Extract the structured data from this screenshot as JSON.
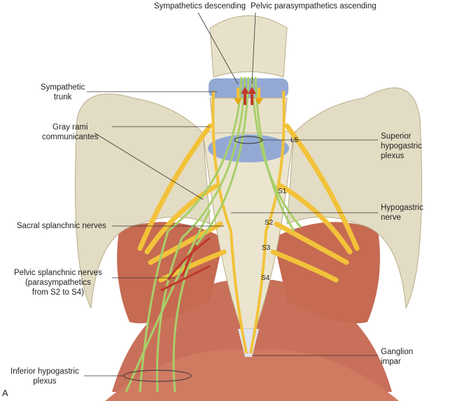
{
  "figure_letter": "A",
  "top_labels": {
    "sympathetics_descending": "Sympathetics descending",
    "pelvic_parasympathetics_ascending": "Pelvic parasympathetics ascending"
  },
  "left_labels": {
    "sympathetic_trunk": [
      "Sympathetic",
      "trunk"
    ],
    "gray_rami": [
      "Gray rami",
      "communicantes"
    ],
    "sacral_splanchnic": "Sacral splanchnic nerves",
    "pelvic_splanchnic": [
      "Pelvic splanchnic nerves",
      "(parasympathetics",
      "from S2 to S4)"
    ],
    "inferior_hypogastric": [
      "Inferior hypogastric",
      "plexus"
    ]
  },
  "right_labels": {
    "superior_hypogastric": [
      "Superior",
      "hypogastric",
      "plexus"
    ],
    "hypogastric_nerve": [
      "Hypogastric",
      "nerve"
    ],
    "ganglion_impar": [
      "Ganglion",
      "impar"
    ]
  },
  "vertebra_labels": [
    "L5",
    "S1",
    "S2",
    "S3",
    "S4"
  ],
  "colors": {
    "bone": "#e3dcc4",
    "bone_shade": "#c9bf9f",
    "muscle": "#c9705a",
    "nerve": "#f2c23a",
    "para": "#a8cf6a",
    "disc": "#93a9d4",
    "red": "#c0392b"
  }
}
